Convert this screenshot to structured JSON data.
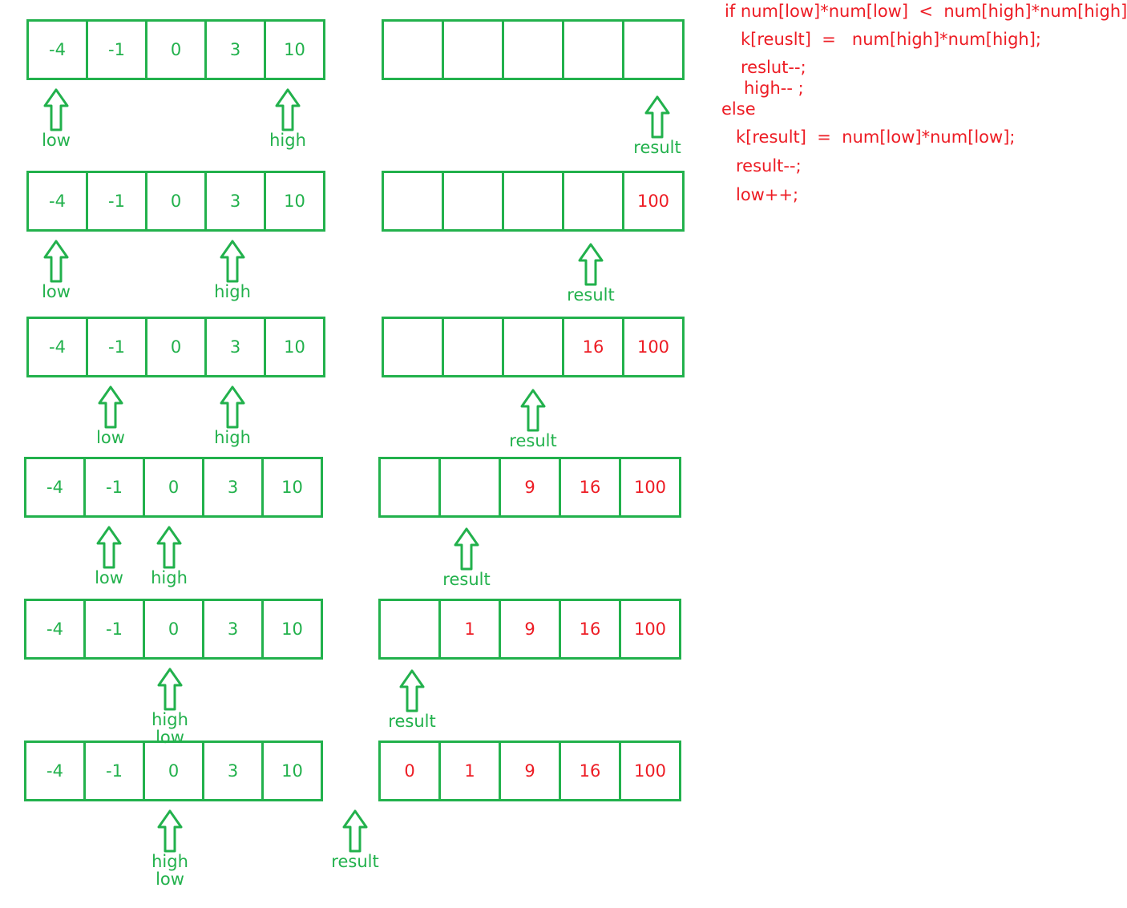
{
  "input": [
    "-4",
    "-1",
    "0",
    "3",
    "10"
  ],
  "steps": [
    {
      "output": [
        "",
        "",
        "",
        "",
        ""
      ],
      "pointers": [
        "low",
        "high",
        "result"
      ]
    },
    {
      "output": [
        "",
        "",
        "",
        "",
        "100"
      ],
      "pointers": [
        "low",
        "high",
        "result"
      ]
    },
    {
      "output": [
        "",
        "",
        "",
        "16",
        "100"
      ],
      "pointers": [
        "low",
        "high",
        "result"
      ]
    },
    {
      "output": [
        "",
        "",
        "9",
        "16",
        "100"
      ],
      "pointers": [
        "low",
        "high",
        "result"
      ]
    },
    {
      "output": [
        "",
        "1",
        "9",
        "16",
        "100"
      ],
      "pointers": [
        "high\nlow",
        "result"
      ]
    },
    {
      "output": [
        "0",
        "1",
        "9",
        "16",
        "100"
      ],
      "pointers": [
        "high\nlow",
        "result"
      ]
    }
  ],
  "code": [
    "if num[low]*num[low]  <  num[high]*num[high]",
    "k[reuslt]  =   num[high]*num[high];",
    "reslut--;",
    "high-- ;",
    "else",
    "k[result]  =  num[low]*num[low];",
    "result--;",
    "low++;"
  ],
  "colors": {
    "grid": "#22b14c",
    "output_text": "#ed1c24",
    "code_text": "#ed1c24"
  },
  "icon": "up-arrow-icon"
}
